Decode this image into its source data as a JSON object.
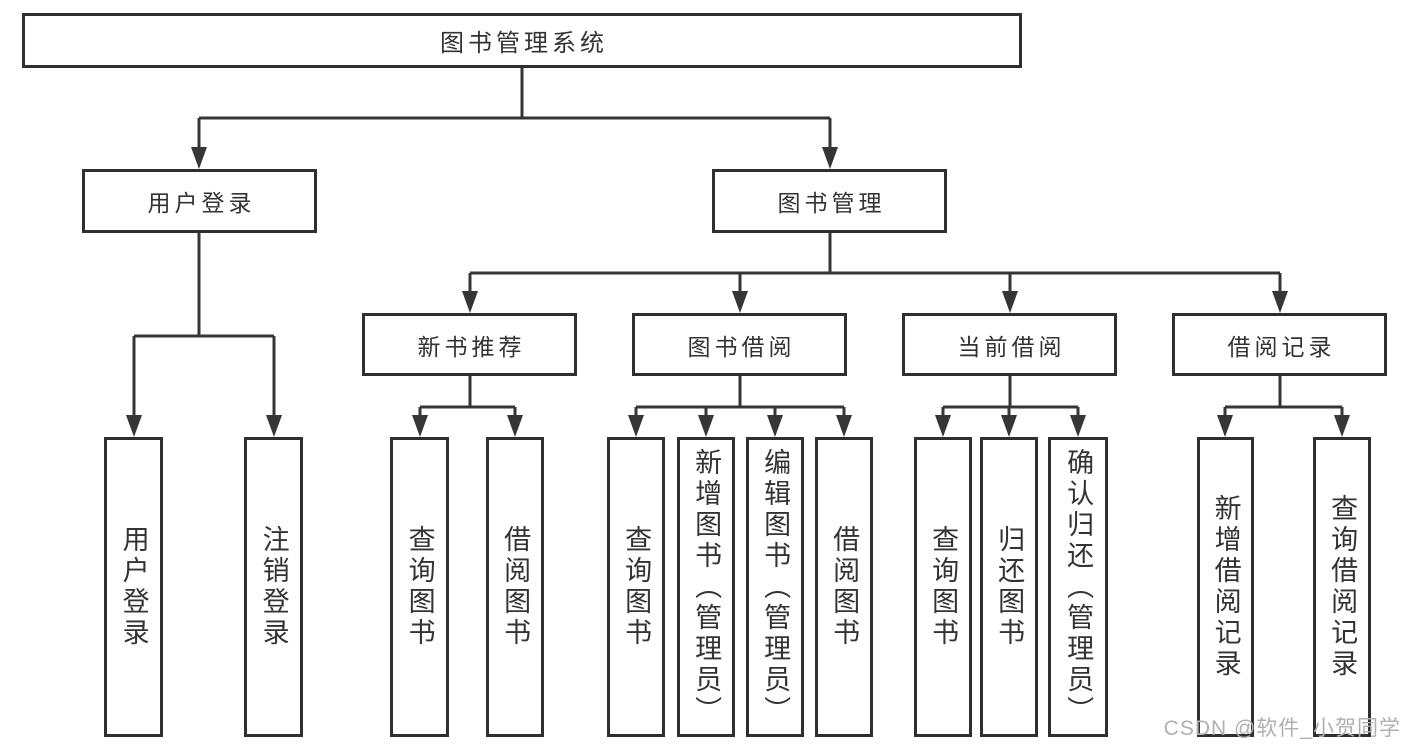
{
  "colors": {
    "line": "#363636",
    "box_border": "#2f2f2f",
    "text": "#333333",
    "watermark": "#b0b0b0",
    "background": "#ffffff"
  },
  "watermark": {
    "text": "CSDN @软件_小贺同学"
  },
  "tree": {
    "label": "图书管理系统",
    "children": [
      {
        "label": "用户登录",
        "children": [
          {
            "label": "用户登录"
          },
          {
            "label": "注销登录"
          }
        ]
      },
      {
        "label": "图书管理",
        "children": [
          {
            "label": "新书推荐",
            "children": [
              {
                "label": "查询图书"
              },
              {
                "label": "借阅图书"
              }
            ]
          },
          {
            "label": "图书借阅",
            "children": [
              {
                "label": "查询图书"
              },
              {
                "label": "新增图书（管理员）"
              },
              {
                "label": "编辑图书（管理员）"
              },
              {
                "label": "借阅图书"
              }
            ]
          },
          {
            "label": "当前借阅",
            "children": [
              {
                "label": "查询图书"
              },
              {
                "label": "归还图书"
              },
              {
                "label": "确认归还（管理员）"
              }
            ]
          },
          {
            "label": "借阅记录",
            "children": [
              {
                "label": "新增借阅记录"
              },
              {
                "label": "查询借阅记录"
              }
            ]
          }
        ]
      }
    ]
  }
}
